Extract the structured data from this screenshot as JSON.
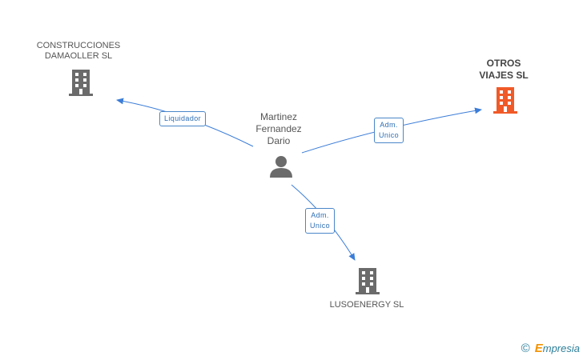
{
  "nodes": {
    "construcciones": {
      "label": "CONSTRUCCIONES\nDAMAOLLER SL",
      "icon": "building-icon",
      "color": "#6b6b6b"
    },
    "otros_viajes": {
      "label": "OTROS\nVIAJES SL",
      "icon": "building-icon",
      "color": "#f05a28"
    },
    "person": {
      "label": "Martinez\nFernandez\nDario",
      "icon": "person-icon",
      "color": "#6b6b6b"
    },
    "lusoenergy": {
      "label": "LUSOENERGY SL",
      "icon": "building-icon",
      "color": "#6b6b6b"
    }
  },
  "edges": {
    "liquidador": "Liquidador",
    "adm_unico_1": "Adm.\nUnico",
    "adm_unico_2": "Adm.\nUnico"
  },
  "colors": {
    "edge": "#3b7dd8",
    "edge_label_border": "#4a86c8"
  },
  "footer": {
    "copyright": "©",
    "brand_first": "E",
    "brand_rest": "mpresia"
  }
}
